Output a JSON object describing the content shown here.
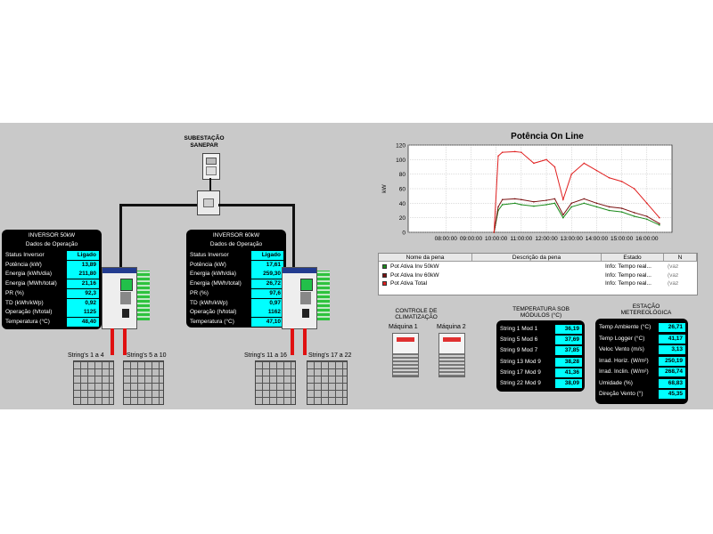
{
  "substation": {
    "title_line1": "SUBESTAÇÃO",
    "title_line2": "SANEPAR"
  },
  "inverter1": {
    "title": "INVERSOR 50kW",
    "subtitle": "Dados de Operação",
    "rows": [
      {
        "label": "Status Inversor",
        "value": "Ligado"
      },
      {
        "label": "Potência (kW)",
        "value": "13,89"
      },
      {
        "label": "Energia (kWh/dia)",
        "value": "211,80"
      },
      {
        "label": "Energia (MWh/total)",
        "value": "21,16"
      },
      {
        "label": "PR (%)",
        "value": "92,3"
      },
      {
        "label": "TD (kWh/kWp)",
        "value": "0,92"
      },
      {
        "label": "Operação (h/total)",
        "value": "1125"
      },
      {
        "label": "Temperatura (°C)",
        "value": "48,40"
      }
    ]
  },
  "inverter2": {
    "title": "INVERSOR 60kW",
    "subtitle": "Dados de Operação",
    "rows": [
      {
        "label": "Status Inversor",
        "value": "Ligado"
      },
      {
        "label": "Potência (kW)",
        "value": "17,61"
      },
      {
        "label": "Energia (kWh/dia)",
        "value": "259,30"
      },
      {
        "label": "Energia (MWh/total)",
        "value": "26,72"
      },
      {
        "label": "PR (%)",
        "value": "97,6"
      },
      {
        "label": "TD (kWh/kWp)",
        "value": "0,97"
      },
      {
        "label": "Operação (h/total)",
        "value": "1162"
      },
      {
        "label": "Temperatura (°C)",
        "value": "47,10"
      }
    ]
  },
  "strings": {
    "s1": "String's 1 a 4",
    "s2": "String's 5 a 10",
    "s3": "String's 11 a 16",
    "s4": "String's 17 a 22"
  },
  "climatizacao": {
    "title_line1": "CONTROLE DE",
    "title_line2": "CLIMATIZAÇÃO",
    "machine1": "Máquina 1",
    "machine2": "Máquina 2"
  },
  "temperatura": {
    "title_line1": "TEMPERATURA SOB",
    "title_line2": "MÓDULOS (°C)",
    "rows": [
      {
        "label": "String 1 Mod 1",
        "value": "36,19"
      },
      {
        "label": "String 5 Mod 6",
        "value": "37,69"
      },
      {
        "label": "String 9 Mod 7",
        "value": "37,85"
      },
      {
        "label": "String 13 Mod 9",
        "value": "38,28"
      },
      {
        "label": "String 17 Mod 9",
        "value": "41,36"
      },
      {
        "label": "String 22 Mod 9",
        "value": "38,09"
      }
    ]
  },
  "estacao": {
    "title_line1": "ESTAÇÃO",
    "title_line2": "METEREOLÓGICA",
    "rows": [
      {
        "label": "Temp Ambiente (°C)",
        "value": "26,71"
      },
      {
        "label": "Temp Logger (°C)",
        "value": "41,17"
      },
      {
        "label": "Veloc Vento (m/s)",
        "value": "3,13"
      },
      {
        "label": "Irrad. Horiz. (W/m²)",
        "value": "250,19"
      },
      {
        "label": "Irrad. Inclin. (W/m²)",
        "value": "268,74"
      },
      {
        "label": "Umidade (%)",
        "value": "68,83"
      },
      {
        "label": "Direção Vento (°)",
        "value": "45,35"
      }
    ]
  },
  "pen_table": {
    "headers": [
      "Nome da pena",
      "Descrição da pena",
      "Estado",
      "N"
    ],
    "rows": [
      {
        "name": "Pot Ativa Inv 50kW",
        "state": "Info: Tempo real...",
        "extra": "(vaz",
        "color": "#1a8a1a"
      },
      {
        "name": "Pot Ativa Inv 60kW",
        "state": "Info: Tempo real...",
        "extra": "(vaz",
        "color": "#7a1010"
      },
      {
        "name": "Pot Ativa Total",
        "state": "Info: Tempo real...",
        "extra": "(vaz",
        "color": "#e02020"
      }
    ]
  },
  "colors": {
    "value_box": "#00ffff",
    "panel_bg": "#000000",
    "string_cable": "#e01010"
  },
  "chart_data": {
    "type": "line",
    "title": "Potência On Line",
    "ylabel": "kW",
    "xlabel": "",
    "ylim": [
      0,
      120
    ],
    "yticks": [
      0,
      20,
      40,
      60,
      80,
      100,
      120
    ],
    "xlim": [
      "06:30",
      "17:00"
    ],
    "xticks": [
      "08:00:00",
      "09:00:00",
      "10:00:00",
      "11:00:00",
      "12:00:00",
      "13:00:00",
      "14:00:00",
      "15:00:00",
      "16:00:00"
    ],
    "grid": true,
    "series": [
      {
        "name": "Pot Ativa Inv 50kW",
        "color": "#1a8a1a",
        "x": [
          "09:55",
          "10:05",
          "10:15",
          "10:45",
          "11:00",
          "11:30",
          "12:00",
          "12:20",
          "12:40",
          "13:00",
          "13:30",
          "14:00",
          "14:30",
          "15:00",
          "15:30",
          "16:00",
          "16:30"
        ],
        "y": [
          0,
          30,
          38,
          40,
          38,
          36,
          38,
          40,
          20,
          35,
          40,
          35,
          30,
          28,
          22,
          18,
          10
        ]
      },
      {
        "name": "Pot Ativa Inv 60kW",
        "color": "#7a1010",
        "x": [
          "09:55",
          "10:05",
          "10:15",
          "10:45",
          "11:00",
          "11:30",
          "12:00",
          "12:20",
          "12:40",
          "13:00",
          "13:30",
          "14:00",
          "14:30",
          "15:00",
          "15:30",
          "16:00",
          "16:30"
        ],
        "y": [
          0,
          35,
          45,
          46,
          45,
          42,
          44,
          46,
          24,
          40,
          46,
          40,
          35,
          33,
          27,
          22,
          12
        ]
      },
      {
        "name": "Pot Ativa Total",
        "color": "#e02020",
        "x": [
          "09:55",
          "10:05",
          "10:15",
          "10:45",
          "11:00",
          "11:30",
          "12:00",
          "12:20",
          "12:40",
          "13:00",
          "13:30",
          "14:00",
          "14:30",
          "15:00",
          "15:30",
          "16:00",
          "16:30"
        ],
        "y": [
          0,
          105,
          110,
          111,
          110,
          95,
          100,
          90,
          45,
          80,
          95,
          85,
          75,
          70,
          60,
          40,
          20
        ]
      }
    ]
  }
}
